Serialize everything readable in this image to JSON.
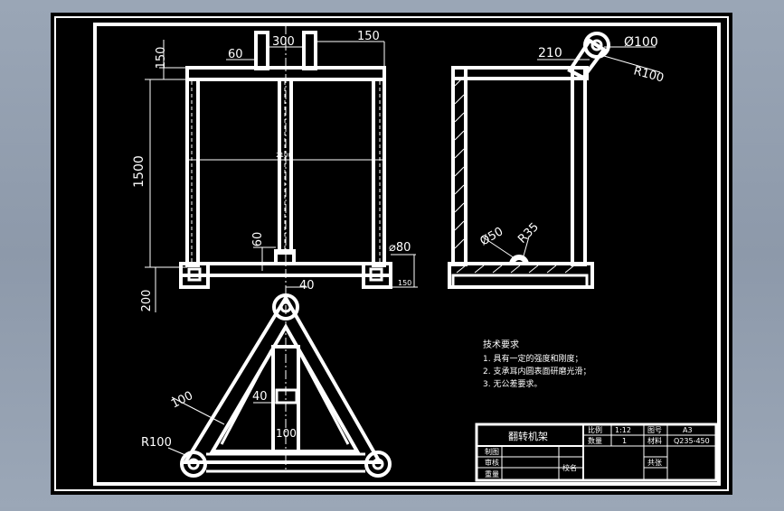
{
  "colors": {
    "background": "#000000",
    "lines": "#ffffff",
    "viewport_bg": "#96a2b3"
  },
  "front_view": {
    "dim_top_left": "150",
    "dim_60_top": "60",
    "dim_300": "300",
    "dim_150_top": "150",
    "dim_1500": "1500",
    "dim_center": "2100",
    "dim_60_mid": "60",
    "dim_dia80": "⌀80",
    "dim_150_side": "150",
    "dim_200": "200",
    "dim_40": "40"
  },
  "side_view": {
    "dim_210": "210",
    "dim_dia100": "Ø100",
    "dim_r100": "R100",
    "dim_dia50": "Ø50",
    "dim_r35": "R35"
  },
  "base_view": {
    "dim_100_left": "100",
    "dim_40": "40",
    "dim_100_center": "100",
    "dim_r100": "R100"
  },
  "notes": {
    "title": "技术要求",
    "items": [
      "1. 具有一定的强度和刚度；",
      "2. 支承耳内圆表面研磨光滑；",
      "3. 无公差要求。"
    ]
  },
  "title_block": {
    "name": "翻转机架",
    "scale_label": "比例",
    "scale_value": "1:12",
    "count_label": "数量",
    "count_value": "1",
    "sheet_label": "图号",
    "sheet_value": "A3",
    "material_label": "材料",
    "material_value": "Q235-450",
    "draw_label": "制图",
    "check_label": "审核",
    "mass_label": "重量",
    "school_label": "校名",
    "page_label": "共张"
  }
}
